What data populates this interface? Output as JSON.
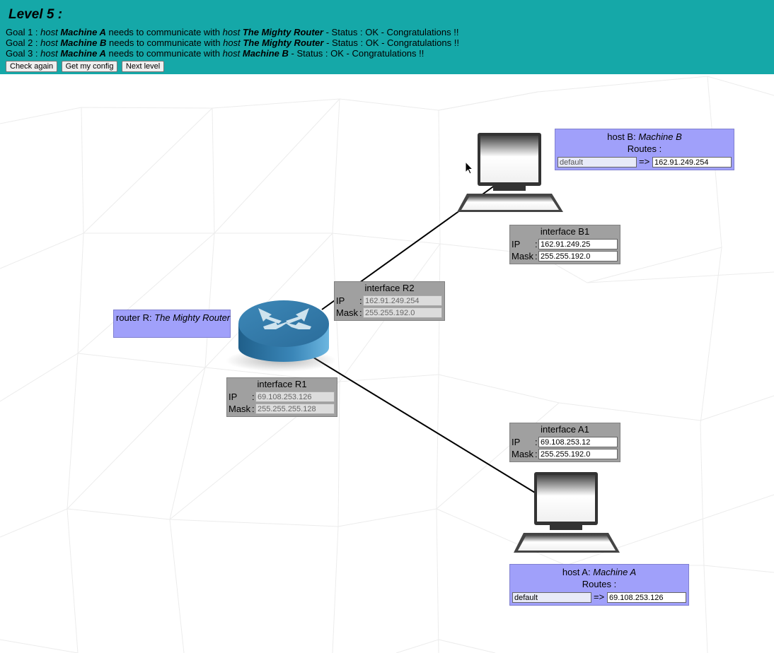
{
  "header": {
    "level_title": "Level 5 :",
    "goals": [
      {
        "prefix": "Goal 1 : ",
        "host1_word": "host",
        "host1": "Machine A",
        "mid": "needs to communicate with",
        "host2_word": "host",
        "host2": "The Mighty Router",
        "status": "- Status : OK - Congratulations !!"
      },
      {
        "prefix": "Goal 2 : ",
        "host1_word": "host",
        "host1": "Machine B",
        "mid": "needs to communicate with",
        "host2_word": "host",
        "host2": "The Mighty Router",
        "status": "- Status : OK - Congratulations !!"
      },
      {
        "prefix": "Goal 3 : ",
        "host1_word": "host",
        "host1": "Machine A",
        "mid": "needs to communicate with",
        "host2_word": "host",
        "host2": "Machine B",
        "status": "- Status : OK - Congratulations !!"
      }
    ],
    "buttons": {
      "check_again": "Check again",
      "get_config": "Get my config",
      "next_level": "Next level"
    }
  },
  "router": {
    "label_prefix": "router R:",
    "name": "The Mighty Router"
  },
  "host_b": {
    "label_prefix": "host B:",
    "name": "Machine B",
    "routes_label": "Routes :",
    "route_dest": "default",
    "route_arrow": "=>",
    "route_gw": "162.91.249.254"
  },
  "host_a": {
    "label_prefix": "host A:",
    "name": "Machine A",
    "routes_label": "Routes :",
    "route_dest": "default",
    "route_arrow": "=>",
    "route_gw": "69.108.253.126"
  },
  "interfaces": {
    "r2": {
      "title": "interface R2",
      "ip_label": "IP",
      "mask_label": "Mask",
      "colon": ":",
      "ip": "162.91.249.254",
      "mask": "255.255.192.0"
    },
    "r1": {
      "title": "interface R1",
      "ip_label": "IP",
      "mask_label": "Mask",
      "colon": ":",
      "ip": "69.108.253.126",
      "mask": "255.255.255.128"
    },
    "b1": {
      "title": "interface B1",
      "ip_label": "IP",
      "mask_label": "Mask",
      "colon": ":",
      "ip": "162.91.249.25",
      "mask": "255.255.192.0"
    },
    "a1": {
      "title": "interface A1",
      "ip_label": "IP",
      "mask_label": "Mask",
      "colon": ":",
      "ip": "69.108.253.12",
      "mask": "255.255.192.0"
    }
  },
  "colors": {
    "header_bg": "#15a8a8",
    "host_box_bg": "#a0a0fa",
    "iface_bg": "#a0a0a0",
    "router_top": "#3a8fc0"
  },
  "icons": {
    "router": "router-icon",
    "computer": "computer-icon",
    "cursor": "mouse-pointer-icon"
  }
}
